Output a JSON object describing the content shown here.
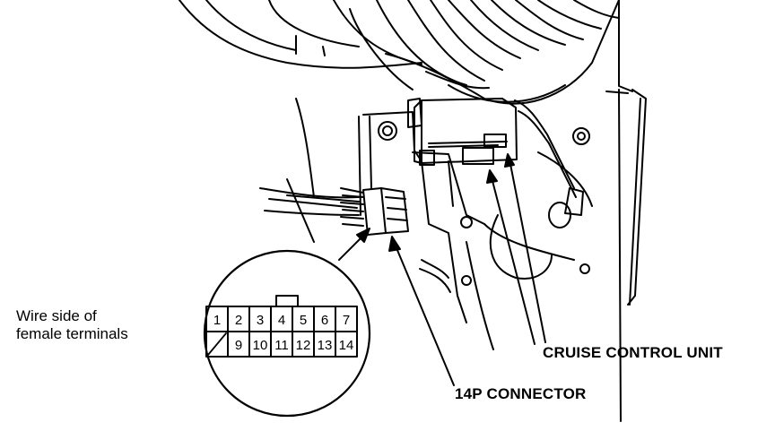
{
  "labels": {
    "wire_side_line1": "Wire side of",
    "wire_side_line2": "female terminals",
    "cruise_control_unit": "CRUISE CONTROL UNIT",
    "connector": "14P CONNECTOR"
  },
  "connector_pins": {
    "top_row": [
      "1",
      "2",
      "3",
      "4",
      "5",
      "6",
      "7"
    ],
    "bottom_row": [
      "",
      "9",
      "10",
      "11",
      "12",
      "13",
      "14"
    ]
  },
  "colors": {
    "ink": "#000000",
    "paper": "#ffffff"
  }
}
